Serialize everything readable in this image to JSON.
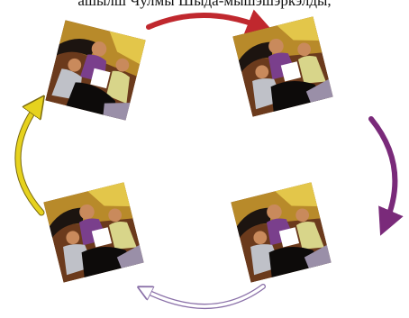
{
  "header": {
    "text": "ашылш Чулмы Шыда-мышэшэркэлды,"
  },
  "diagram": {
    "type": "cycle",
    "nodes": [
      {
        "id": "top-left",
        "image": "meeting-clipart"
      },
      {
        "id": "top-right",
        "image": "meeting-clipart"
      },
      {
        "id": "bottom-right",
        "image": "meeting-clipart"
      },
      {
        "id": "bottom-left",
        "image": "meeting-clipart"
      }
    ],
    "edges": [
      {
        "from": "top-left",
        "to": "top-right",
        "color": "#c0282e"
      },
      {
        "from": "top-right",
        "to": "bottom-right",
        "color": "#7a2a7a"
      },
      {
        "from": "bottom-right",
        "to": "bottom-left",
        "color": "#8a70a8",
        "style": "outline"
      },
      {
        "from": "bottom-left",
        "to": "top-left",
        "color": "#e6d21e"
      }
    ]
  }
}
